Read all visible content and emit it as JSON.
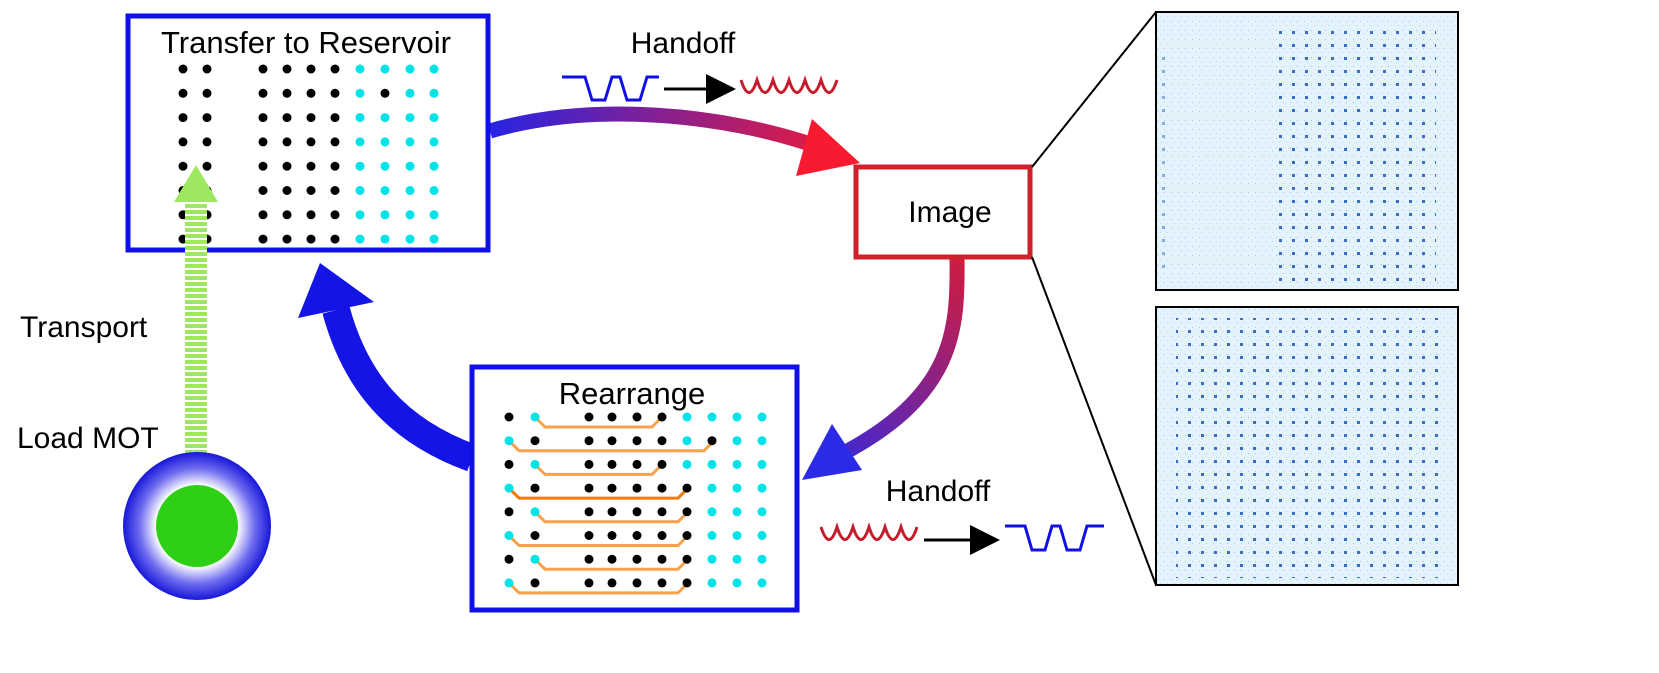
{
  "labels": {
    "transfer": "Transfer to Reservoir",
    "handoff_top": "Handoff",
    "image": "Image",
    "transport": "Transport",
    "load_mot": "Load MOT",
    "rearrange": "Rearrange",
    "handoff_bottom": "Handoff"
  },
  "colors": {
    "box_blue": "#1010e6",
    "box_red": "#d0202c",
    "reservoir_atom": "#00e3e8",
    "atom": "#000000",
    "transport": "#9ee860",
    "mot_core": "#2ed015",
    "path_orange": "#f7a24a",
    "path_orange_dark": "#f07c10",
    "image_atom": "#1b57b8"
  },
  "icons": [
    "arrow-icon",
    "trap-waveform-icon",
    "sine-waveform-icon",
    "mot-cloud-icon"
  ]
}
